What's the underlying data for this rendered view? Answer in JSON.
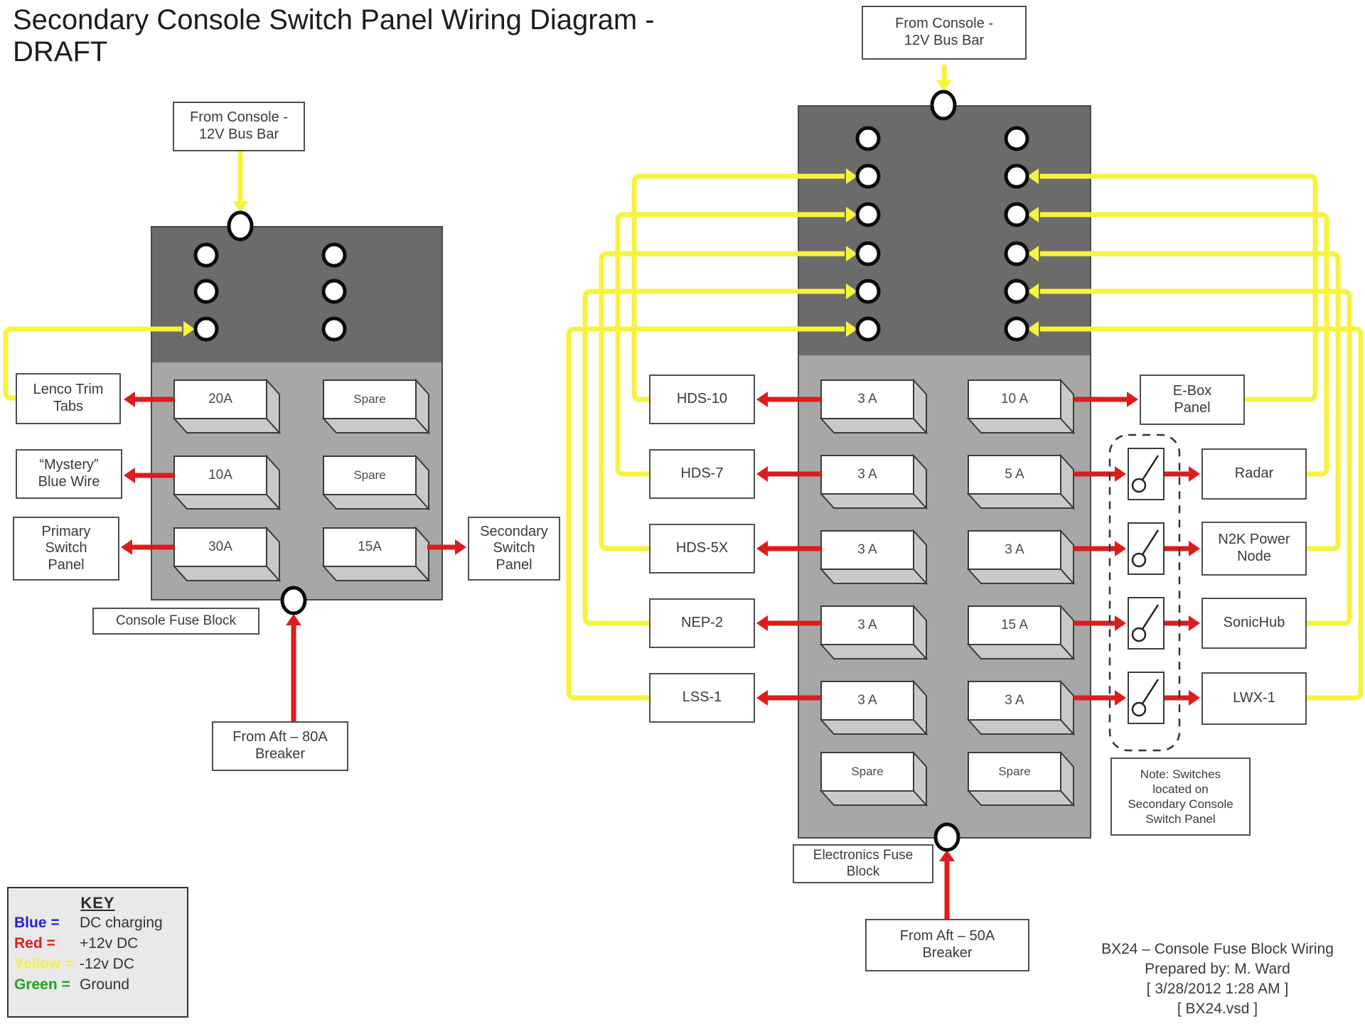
{
  "title": "Secondary Console Switch Panel Wiring Diagram - DRAFT",
  "colors": {
    "wire_yellow": "#f6f33c",
    "wire_red": "#dd1c1c",
    "panel_dark": "#6b6b6b",
    "panel_light": "#a7a7a7",
    "fuse_bevel": "#c9c9c9",
    "key_bg": "#e9e9e9"
  },
  "console_block": {
    "source": "From Console -\n12V Bus Bar",
    "block_label": "Console Fuse Block",
    "breaker": "From Aft – 80A\nBreaker",
    "fuses": [
      "20A",
      "Spare",
      "10A",
      "Spare",
      "30A",
      "15A"
    ],
    "loads": {
      "lenco": "Lenco Trim\nTabs",
      "mystery": "“Mystery”\nBlue Wire",
      "primary": "Primary\nSwitch\nPanel",
      "secondary": "Secondary\nSwitch\nPanel"
    }
  },
  "electronics_block": {
    "source": "From Console -\n12V Bus Bar",
    "block_label": "Electronics Fuse\nBlock",
    "breaker": "From Aft – 50A\nBreaker",
    "fuses_left": [
      "3 A",
      "3 A",
      "3 A",
      "3 A",
      "3 A",
      "Spare"
    ],
    "fuses_right": [
      "10 A",
      "5 A",
      "3 A",
      "15 A",
      "3 A",
      "Spare"
    ],
    "loads_left": [
      "HDS-10",
      "HDS-7",
      "HDS-5X",
      "NEP-2",
      "LSS-1"
    ],
    "loads_right": [
      "E-Box\nPanel",
      "Radar",
      "N2K Power\nNode",
      "SonicHub",
      "LWX-1"
    ],
    "switch_note": "Note: Switches\nlocated on\nSecondary Console\nSwitch Panel"
  },
  "key": {
    "title": "KEY",
    "entries": [
      {
        "label": "Blue =",
        "desc": "DC charging",
        "color": "#2323d6"
      },
      {
        "label": "Red =",
        "desc": "+12v DC",
        "color": "#dd1c1c"
      },
      {
        "label": "Yellow =",
        "desc": "-12v DC",
        "color": "#f2ef45"
      },
      {
        "label": "Green =",
        "desc": "Ground",
        "color": "#1ea31e"
      }
    ]
  },
  "footer": {
    "lines": [
      "BX24 – Console Fuse Block Wiring",
      "Prepared by: M. Ward",
      "[ 3/28/2012 1:28 AM ]",
      "[ BX24.vsd ]"
    ]
  }
}
